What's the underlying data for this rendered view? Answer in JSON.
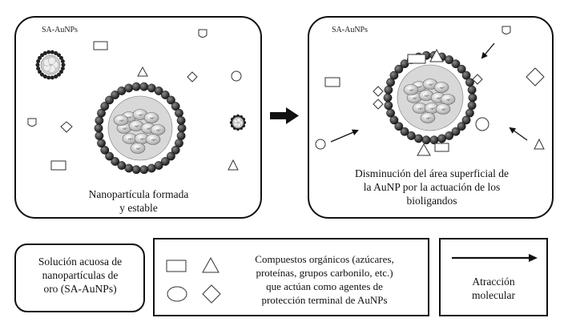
{
  "panels": {
    "left": {
      "tag": "SA-AuNPs",
      "caption": "Nanopartícula formada\ny estable"
    },
    "right": {
      "tag": "SA-AuNPs",
      "caption": "Disminución del área superficial de\nla AuNP por la actuación de los\nbioligandos"
    }
  },
  "core_label": "NP",
  "legend": {
    "solution": "Solución acuosa de\nnanopartículas de\noro (SA-AuNPs)",
    "compounds": "Compuestos orgánicos (azúcares,\nproteínas, grupos carbonilo, etc.)\nque actúan como agentes de\nprotección terminal de AuNPs",
    "attraction": "Atracción\nmolecular"
  },
  "icons": {
    "shapes": [
      "rectangle-icon",
      "triangle-icon",
      "circle-icon",
      "diamond-icon",
      "shield-icon"
    ],
    "arrows": [
      "process-arrow",
      "attraction-arrow"
    ]
  }
}
